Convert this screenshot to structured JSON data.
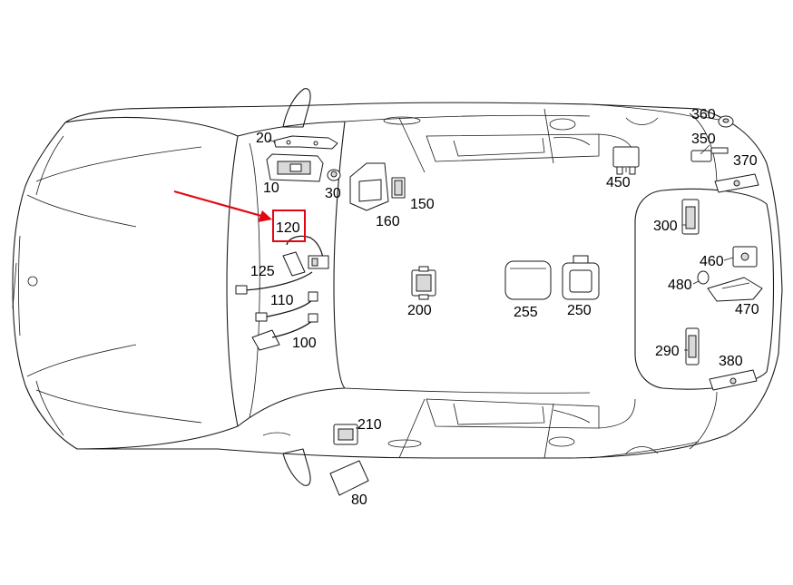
{
  "diagram": {
    "highlight_color": "#e30613",
    "highlighted_part": "120",
    "callouts": {
      "c10": "10",
      "c20": "20",
      "c30": "30",
      "c80": "80",
      "c100": "100",
      "c110": "110",
      "c120": "120",
      "c125": "125",
      "c150": "150",
      "c160": "160",
      "c200": "200",
      "c210": "210",
      "c250": "250",
      "c255": "255",
      "c290": "290",
      "c300": "300",
      "c350": "350",
      "c360": "360",
      "c370": "370",
      "c380": "380",
      "c450": "450",
      "c460": "460",
      "c470": "470",
      "c480": "480"
    }
  }
}
